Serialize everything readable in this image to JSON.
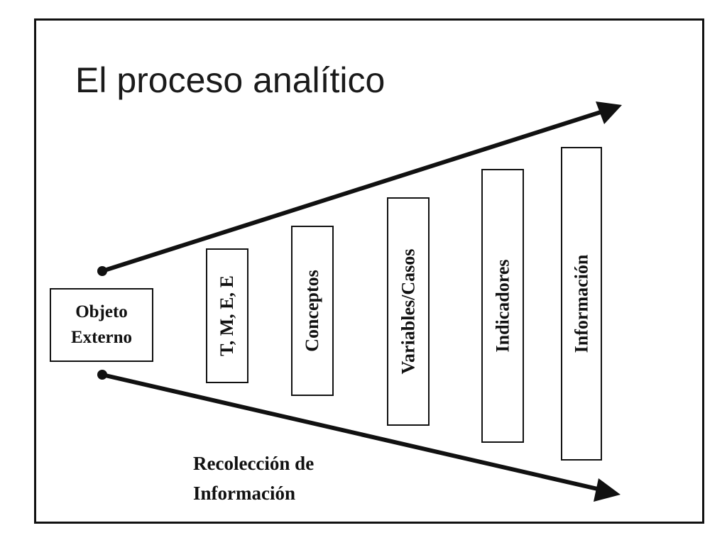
{
  "diagram": {
    "title": "El proceso analítico",
    "origin": {
      "line1": "Objeto",
      "line2": "Externo"
    },
    "stages": [
      {
        "label": "T, M, E, E"
      },
      {
        "label": "Conceptos"
      },
      {
        "label": "Variables/Casos"
      },
      {
        "label": "Indicadores"
      },
      {
        "label": "Información"
      }
    ],
    "collection": {
      "line1": "Recolección de",
      "line2": "Información"
    }
  }
}
